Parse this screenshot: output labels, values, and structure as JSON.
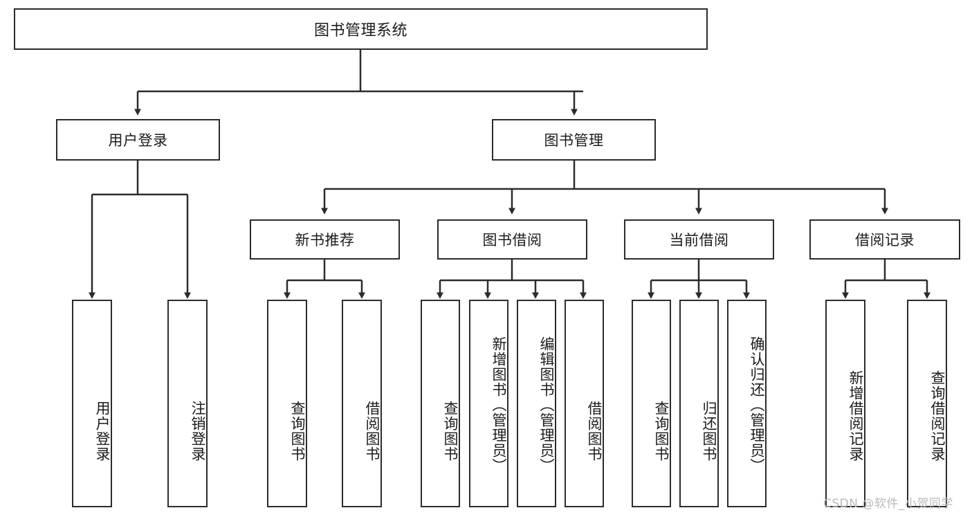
{
  "diagram": {
    "title": "图书管理系统",
    "type": "tree",
    "colors": {
      "border": "#2b2b2b",
      "background": "#ffffff",
      "text": "#1b1b1b",
      "watermark": "#b9b9b9"
    },
    "root": {
      "label": "图书管理系统"
    },
    "level1": [
      {
        "label": "用户登录"
      },
      {
        "label": "图书管理"
      }
    ],
    "level2": [
      {
        "label": "新书推荐"
      },
      {
        "label": "图书借阅"
      },
      {
        "label": "当前借阅"
      },
      {
        "label": "借阅记录"
      }
    ],
    "leaves": {
      "user_login": [
        {
          "label": "用户登录"
        },
        {
          "label": "注销登录"
        }
      ],
      "new_book_recommend": [
        {
          "label": "查询图书"
        },
        {
          "label": "借阅图书"
        }
      ],
      "book_borrow": [
        {
          "label": "查询图书"
        },
        {
          "label": "新增图书（管理员）"
        },
        {
          "label": "编辑图书（管理员）"
        },
        {
          "label": "借阅图书"
        }
      ],
      "current_borrow": [
        {
          "label": "查询图书"
        },
        {
          "label": "归还图书"
        },
        {
          "label": "确认归还（管理员）"
        }
      ],
      "borrow_record": [
        {
          "label": "新增借阅记录"
        },
        {
          "label": "查询借阅记录"
        }
      ]
    }
  },
  "watermark": {
    "text": "CSDN @软件_小贺同学"
  }
}
